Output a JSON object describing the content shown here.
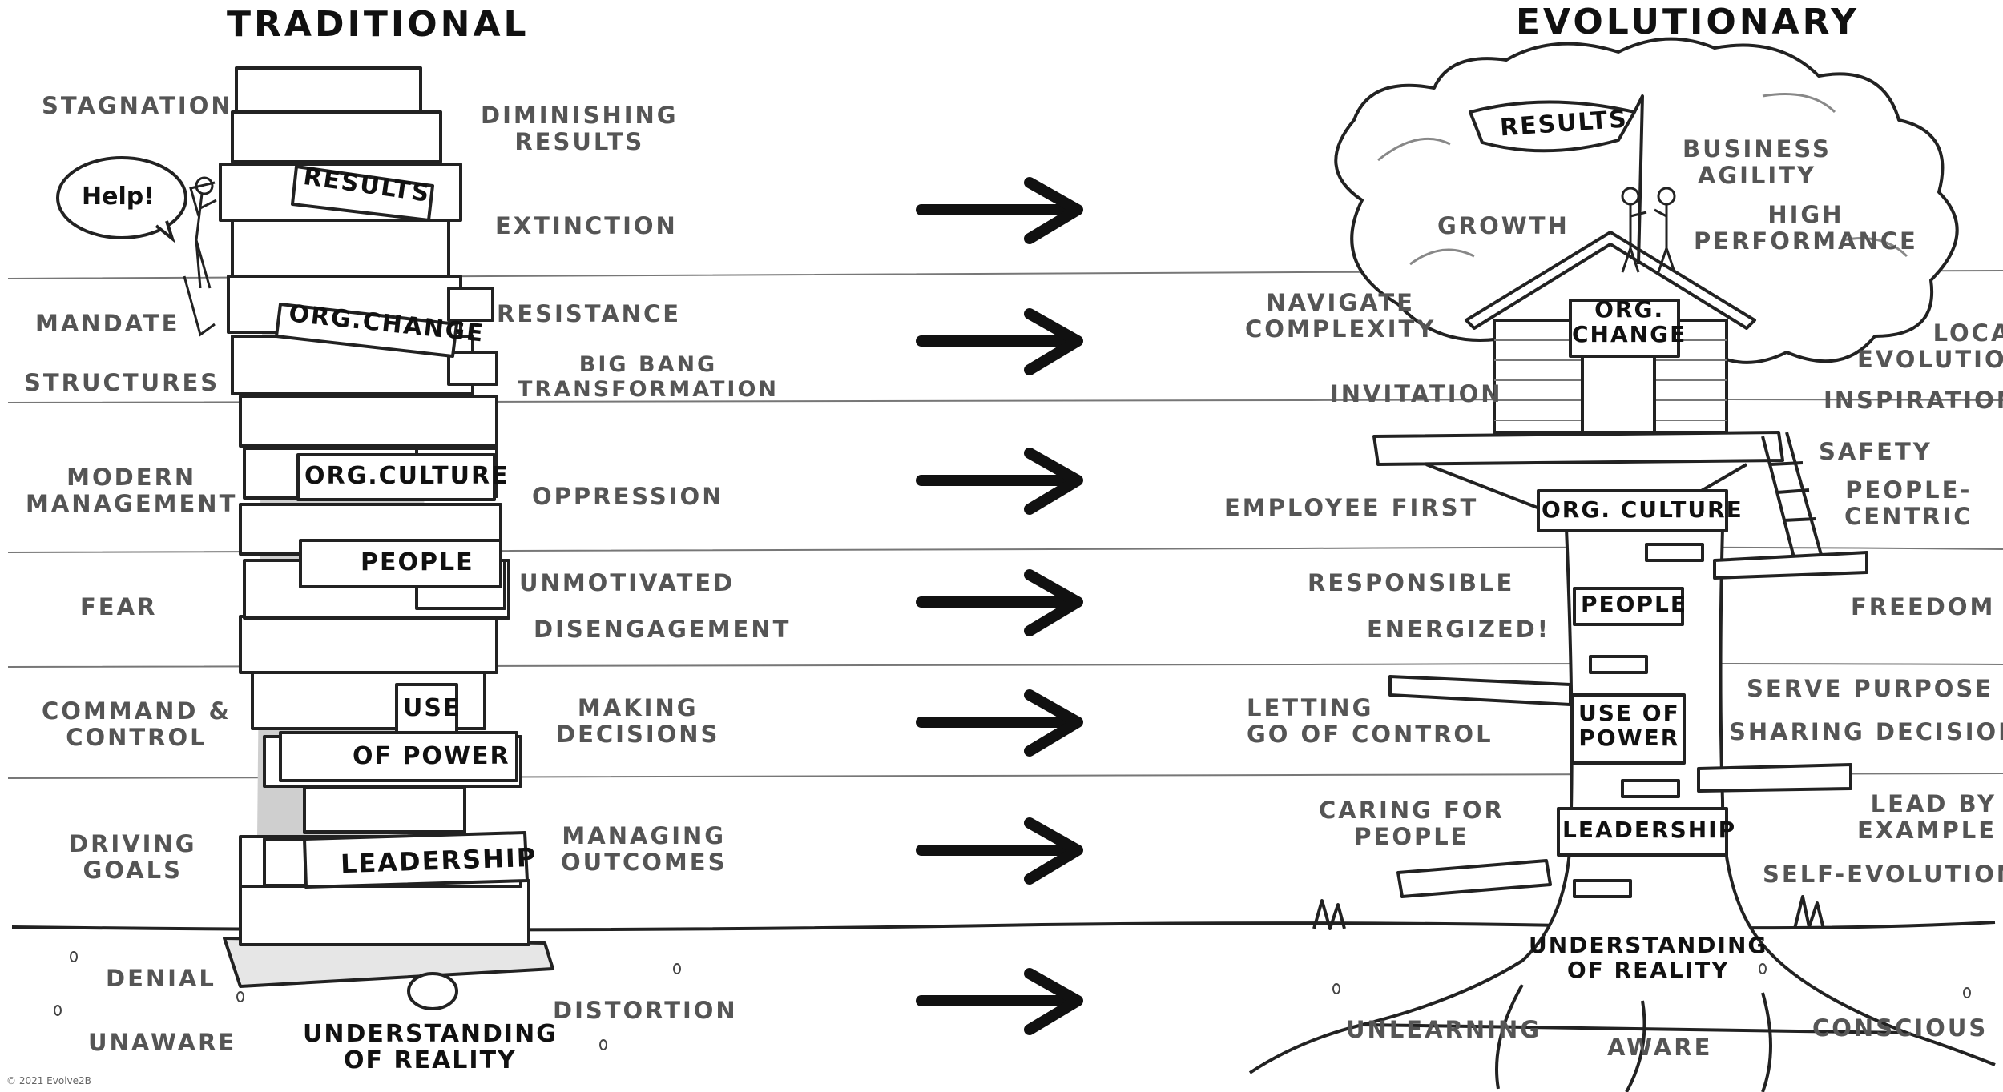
{
  "titles": {
    "left": "TRADITIONAL",
    "right": "EVOLUTIONARY"
  },
  "speech_bubble": "Help!",
  "copyright": "© 2021 Evolve2B",
  "left_outer": {
    "stagnation": "STAGNATION",
    "mandate": "MANDATE",
    "structures": "STRUCTURES",
    "modern_management": [
      "MODERN",
      "MANAGEMENT"
    ],
    "fear": "FEAR",
    "command_control": [
      "COMMAND &",
      "CONTROL"
    ],
    "driving_goals": [
      "DRIVING",
      "GOALS"
    ],
    "denial": "DENIAL",
    "unaware": "UNAWARE"
  },
  "left_inner": {
    "diminishing_results": [
      "DIMINISHING",
      "RESULTS"
    ],
    "extinction": "EXTINCTION",
    "resistance": "RESISTANCE",
    "big_bang": [
      "BIG BANG",
      "TRANSFORMATION"
    ],
    "oppression": "OPPRESSION",
    "unmotivated": "UNMOTIVATED",
    "disengagement": "DISENGAGEMENT",
    "making_decisions": [
      "MAKING",
      "DECISIONS"
    ],
    "managing_outcomes": [
      "MANAGING",
      "OUTCOMES"
    ],
    "distortion": "DISTORTION"
  },
  "tower_tags": {
    "results": "RESULTS",
    "org_change": "ORG.CHANGE",
    "org_culture": "ORG.CULTURE",
    "people": "PEOPLE",
    "use": "USE",
    "of_power": "OF POWER",
    "leadership": "LEADERSHIP",
    "understanding": [
      "UNDERSTANDING",
      "OF REALITY"
    ]
  },
  "tree_tags": {
    "results": "RESULTS",
    "org_change": [
      "ORG.",
      "CHANGE"
    ],
    "org_culture": "ORG. CULTURE",
    "people": "PEOPLE",
    "use_of_power": [
      "USE OF",
      "POWER"
    ],
    "leadership": "LEADERSHIP",
    "understanding": [
      "UNDERSTANDING",
      "OF REALITY"
    ]
  },
  "right_inner": {
    "growth": "GROWTH",
    "navigate": [
      "NAVIGATE",
      "COMPLEXITY"
    ],
    "invitation": "INVITATION",
    "employee_first": "EMPLOYEE FIRST",
    "responsible": "RESPONSIBLE",
    "energized": "ENERGIZED!",
    "letting_go": [
      "LETTING",
      "GO OF CONTROL"
    ],
    "caring": [
      "CARING FOR",
      "PEOPLE"
    ],
    "unlearning": "UNLEARNING",
    "aware": "AWARE"
  },
  "right_outer": {
    "business_agility": [
      "BUSINESS",
      "AGILITY"
    ],
    "high_performance": [
      "HIGH",
      "PERFORMANCE"
    ],
    "local_evolution": [
      "LOCAL",
      "EVOLUTION"
    ],
    "inspiration": "INSPIRATION",
    "safety": "SAFETY",
    "people_centric": [
      "PEOPLE-",
      "CENTRIC"
    ],
    "freedom": "FREEDOM",
    "serve_purpose": "SERVE PURPOSE",
    "sharing_decisions": "SHARING DECISIONS",
    "lead_by_example": [
      "LEAD BY",
      "EXAMPLE"
    ],
    "self_evolution": "SELF-EVOLUTION",
    "conscious": "CONSCIOUS"
  }
}
